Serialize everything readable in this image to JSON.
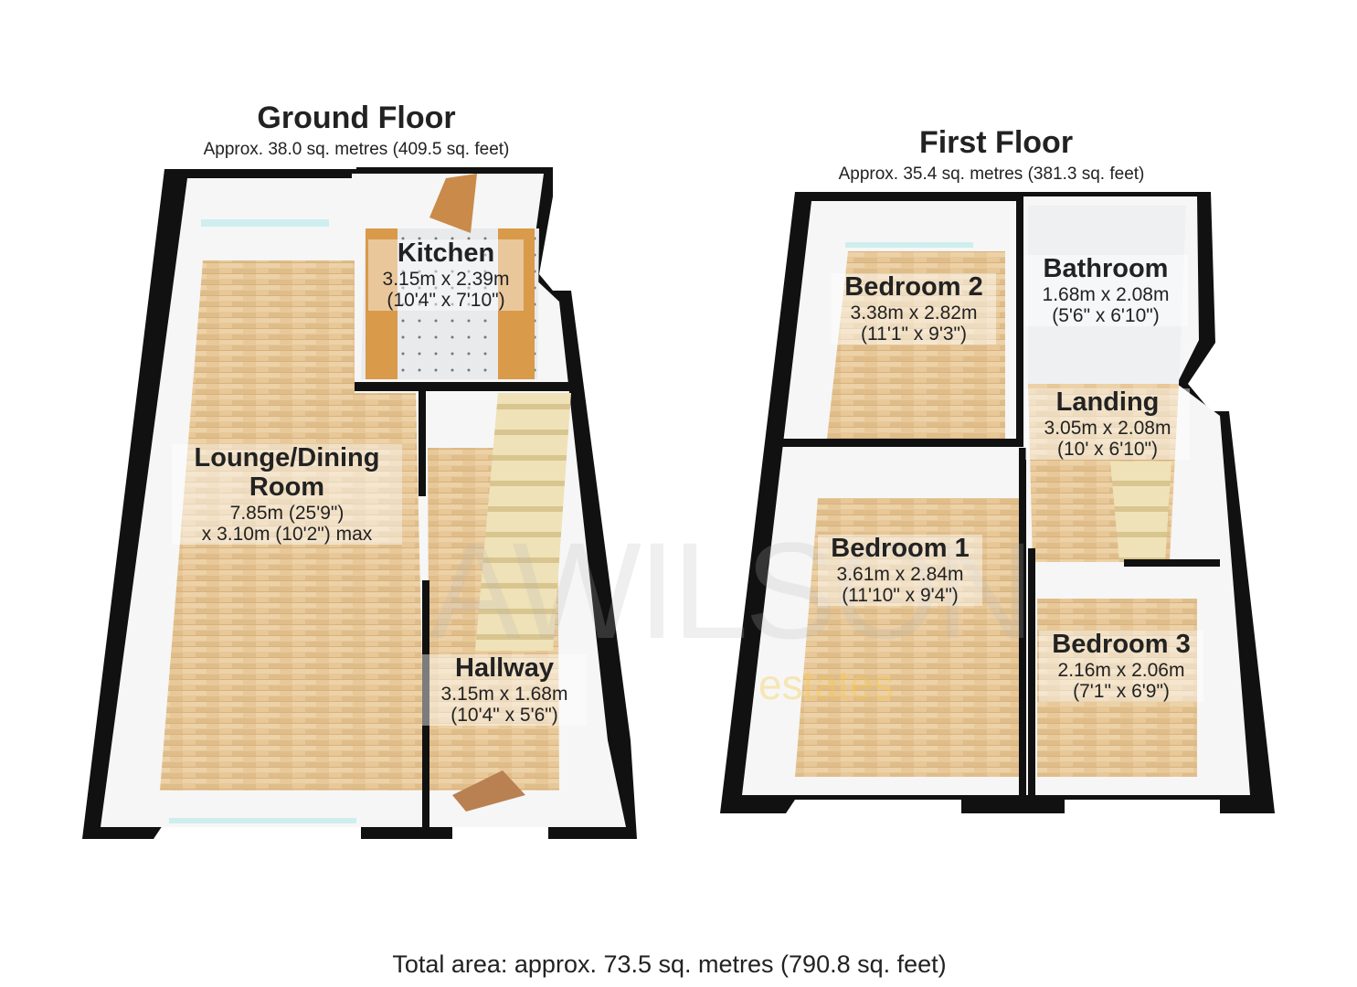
{
  "ground_floor": {
    "title": "Ground Floor",
    "area": "Approx. 38.0 sq. metres (409.5 sq. feet)",
    "rooms": [
      {
        "name": "Kitchen",
        "metric": "3.15m x 2.39m",
        "imperial": "(10'4\" x 7'10\")"
      },
      {
        "name": "Lounge/Dining Room",
        "metric": "7.85m (25'9\")",
        "imperial": "x 3.10m (10'2\") max"
      },
      {
        "name": "Hallway",
        "metric": "3.15m x 1.68m",
        "imperial": "(10'4\" x 5'6\")"
      }
    ]
  },
  "first_floor": {
    "title": "First Floor",
    "area": "Approx. 35.4 sq. metres (381.3 sq. feet)",
    "rooms": [
      {
        "name": "Bedroom 2",
        "metric": "3.38m x 2.82m",
        "imperial": "(11'1\" x 9'3\")"
      },
      {
        "name": "Bathroom",
        "metric": "1.68m x 2.08m",
        "imperial": "(5'6\" x 6'10\")"
      },
      {
        "name": "Landing",
        "metric": "3.05m x 2.08m",
        "imperial": "(10' x 6'10\")"
      },
      {
        "name": "Bedroom 1",
        "metric": "3.61m x 2.84m",
        "imperial": "(11'10\" x 9'4\")"
      },
      {
        "name": "Bedroom 3",
        "metric": "2.16m x 2.06m",
        "imperial": "(7'1\" x 6'9\")"
      }
    ]
  },
  "total_area": "Total area: approx. 73.5 sq. metres (790.8 sq. feet)",
  "watermark": {
    "brand": "AWILSON",
    "sub": "estates"
  },
  "colors": {
    "wall": "#111111",
    "wood": "#e8c898",
    "tile": "#e6e8ea",
    "stairs": "#efe2b8",
    "window": "#cfeeee"
  }
}
